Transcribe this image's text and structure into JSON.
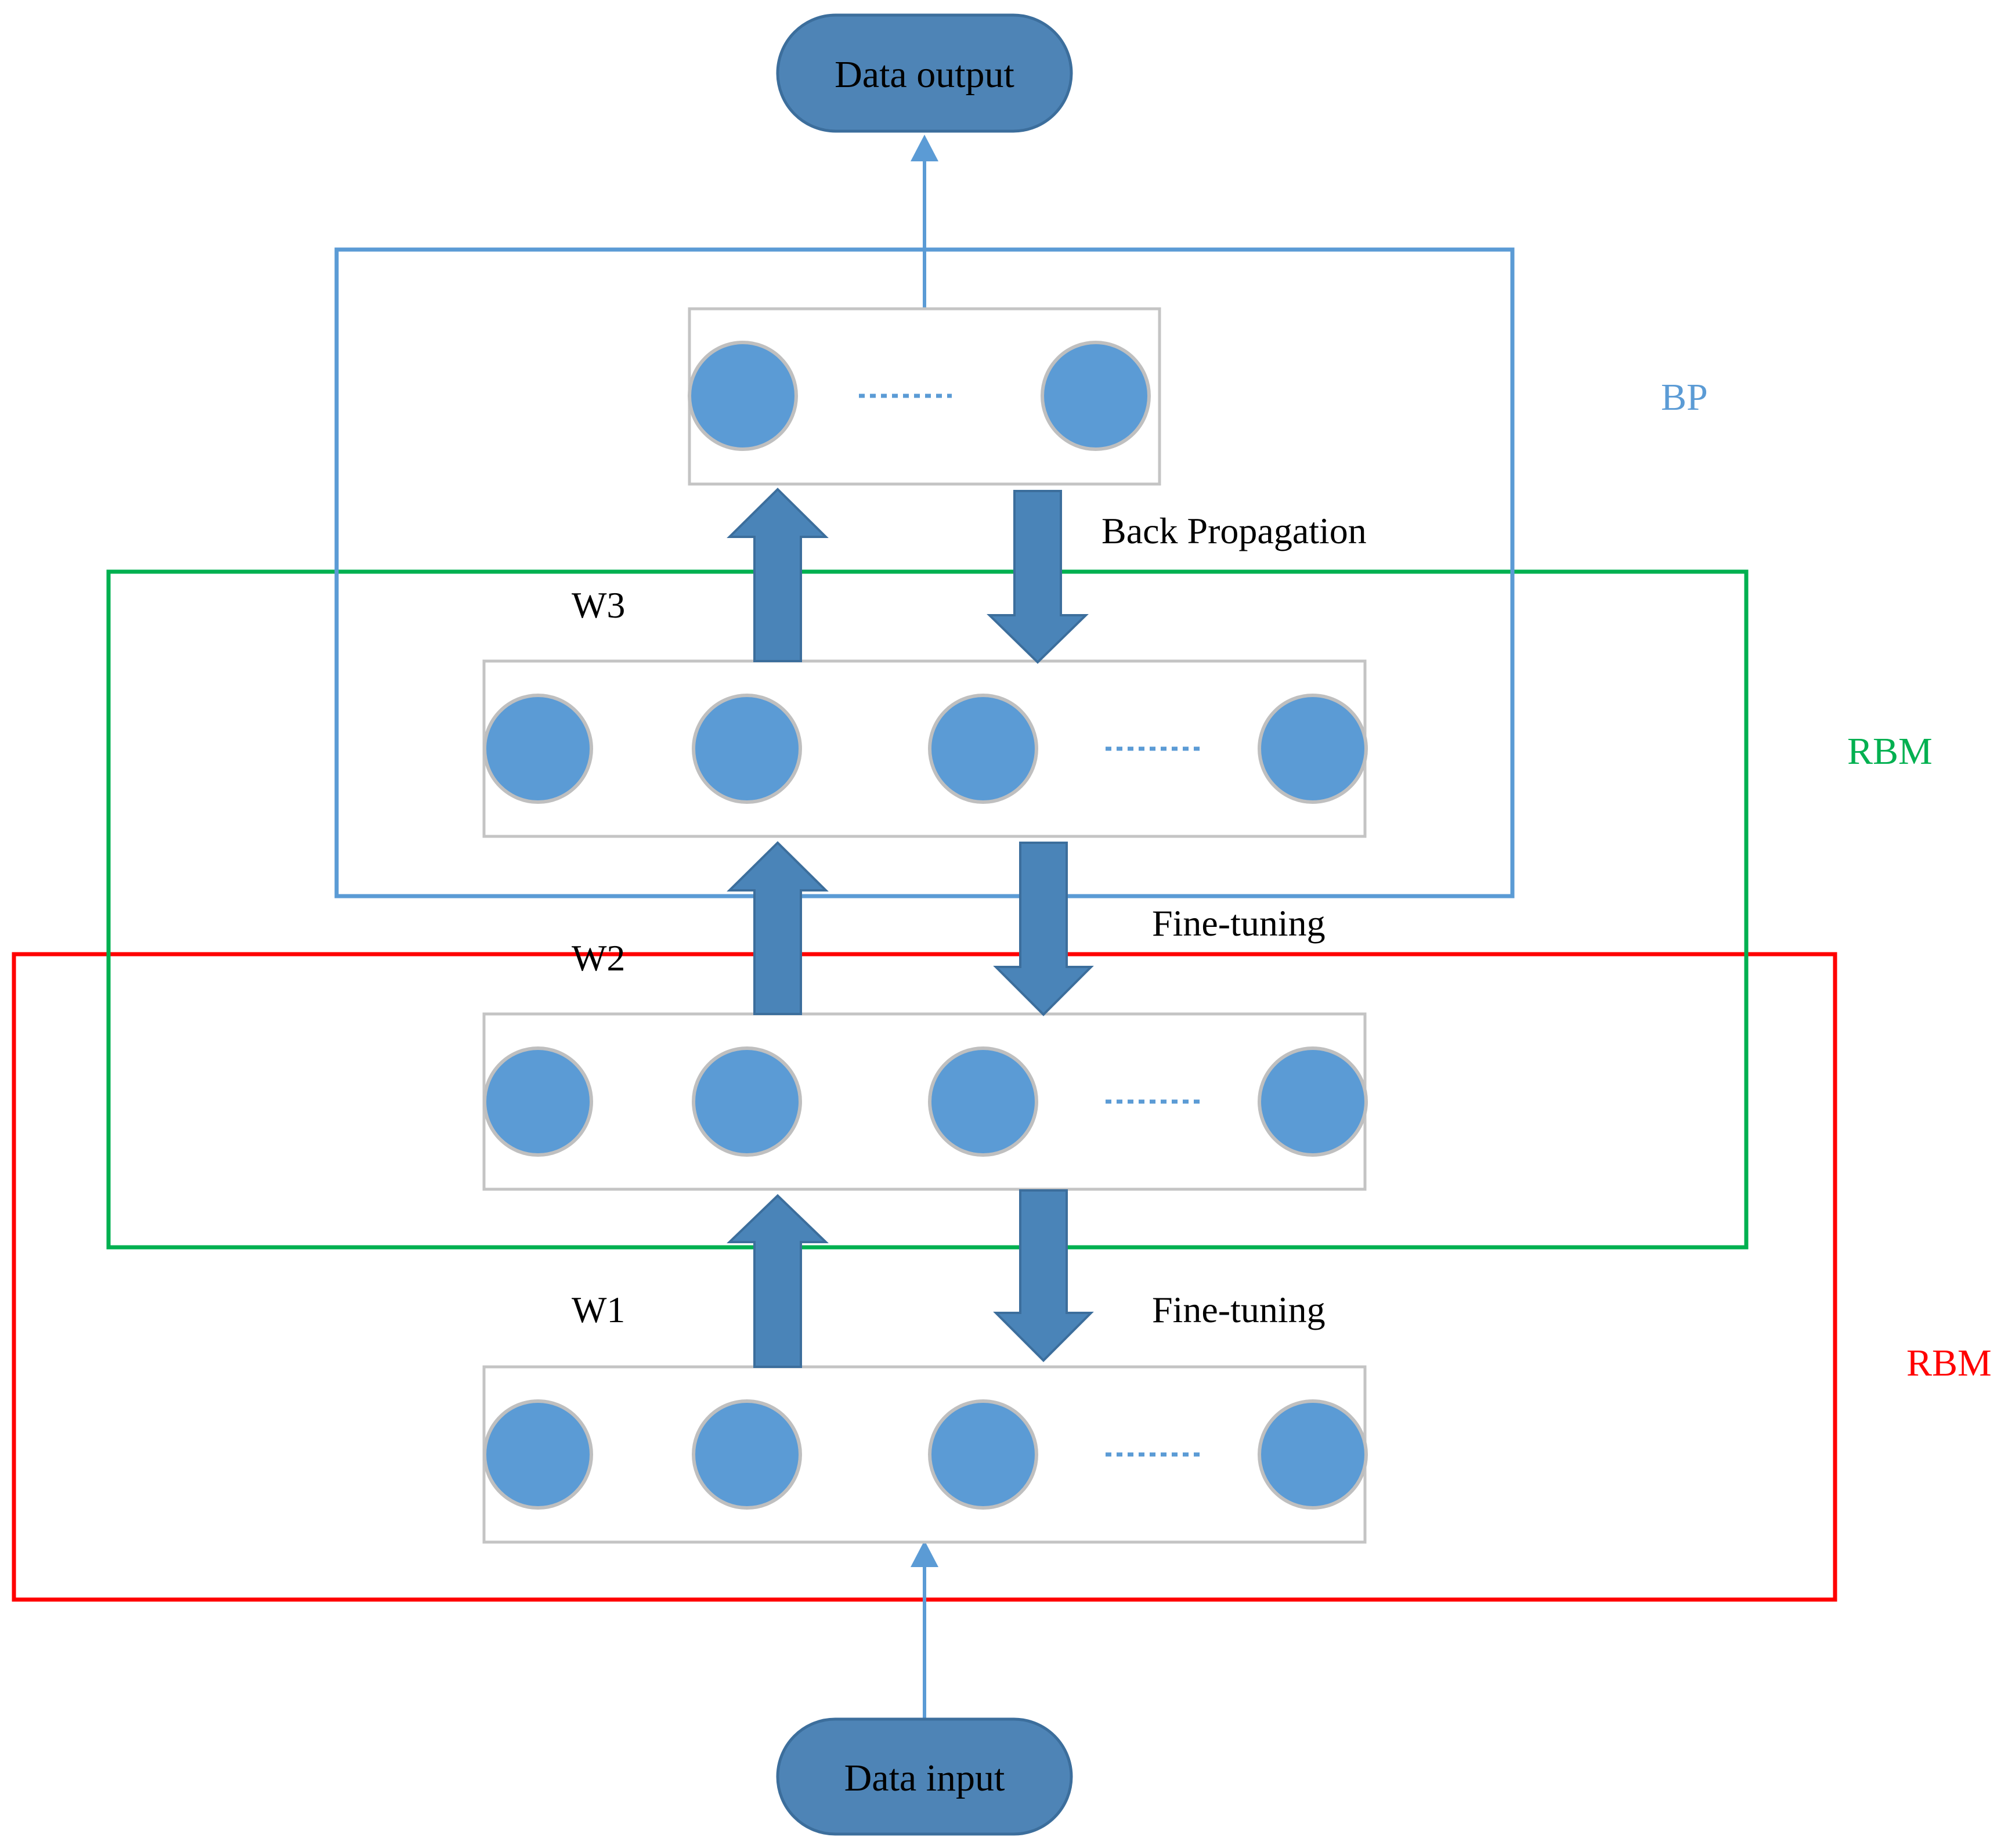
{
  "terminals": {
    "output": "Data output",
    "input": "Data input"
  },
  "groups": {
    "bp": "BP",
    "rbm_top": "RBM",
    "rbm_bottom": "RBM"
  },
  "weights": {
    "w1": "W1",
    "w2": "W2",
    "w3": "W3"
  },
  "annotations": {
    "back_propagation": "Back Propagation",
    "fine_tuning_upper": "Fine-tuning",
    "fine_tuning_lower": "Fine-tuning"
  },
  "colors": {
    "node_fill": "#5b9bd5",
    "node_stroke": "#bfbfbf",
    "arrow_fill": "#4a84b8",
    "arrow_stroke": "#3c6e9c",
    "terminal_fill": "#4e84b6",
    "layer_box": "#c4c4c4",
    "bp_box": "#5b9bd5",
    "rbm_top_box": "#00b050",
    "rbm_bottom_box": "#ff0000",
    "connector": "#5b9bd5"
  }
}
